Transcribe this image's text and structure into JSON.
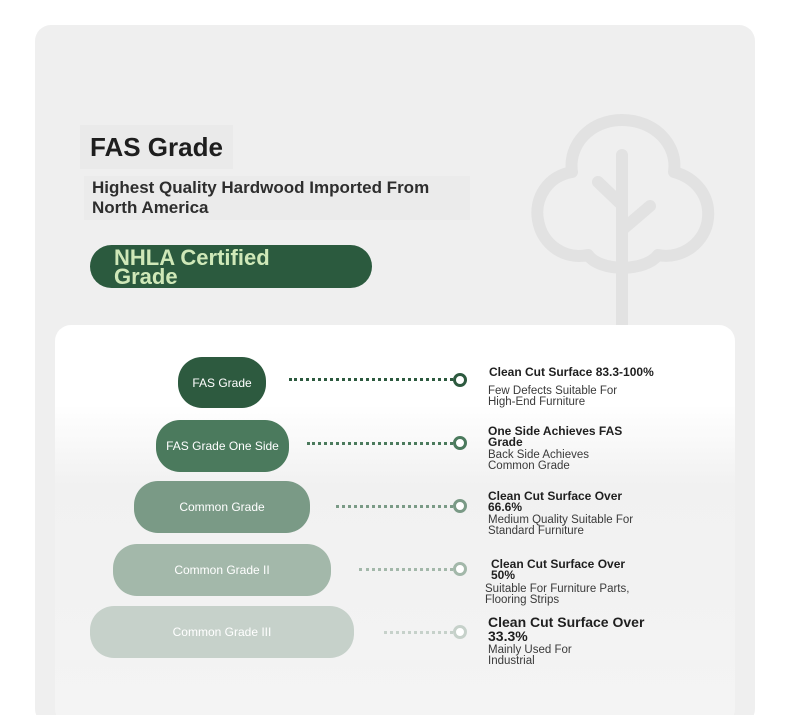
{
  "header": {
    "title": "FAS Grade",
    "subtitle": "Highest Quality Hardwood Imported From North America",
    "badge": "NHLA Certified Grade"
  },
  "colors": {
    "dark_green": "#2b5a3e",
    "badge_text": "#cfe8b8",
    "tier_1": "#2d5a3f",
    "tier_2": "#4b7a5d",
    "tier_3": "#7a9a86",
    "tier_4": "#a3b8aa",
    "tier_5": "#c6d1ca"
  },
  "grades": [
    {
      "label": "FAS Grade",
      "heading": "Clean Cut Surface 83.3-100%",
      "detail": "Few Defects Suitable For High-End Furniture"
    },
    {
      "label": "FAS Grade One Side",
      "heading": "One Side Achieves FAS Grade",
      "detail": "Back Side Achieves Common Grade"
    },
    {
      "label": "Common Grade",
      "heading": "Clean Cut Surface Over 66.6%",
      "detail": "Medium Quality Suitable For Standard Furniture"
    },
    {
      "label": "Common Grade II",
      "heading": "Clean Cut Surface Over 50%",
      "detail": "Suitable For Furniture Parts, Flooring Strips"
    },
    {
      "label": "Common Grade III",
      "heading": "Clean Cut Surface Over 33.3%",
      "detail": "Mainly Used For Industrial"
    }
  ]
}
